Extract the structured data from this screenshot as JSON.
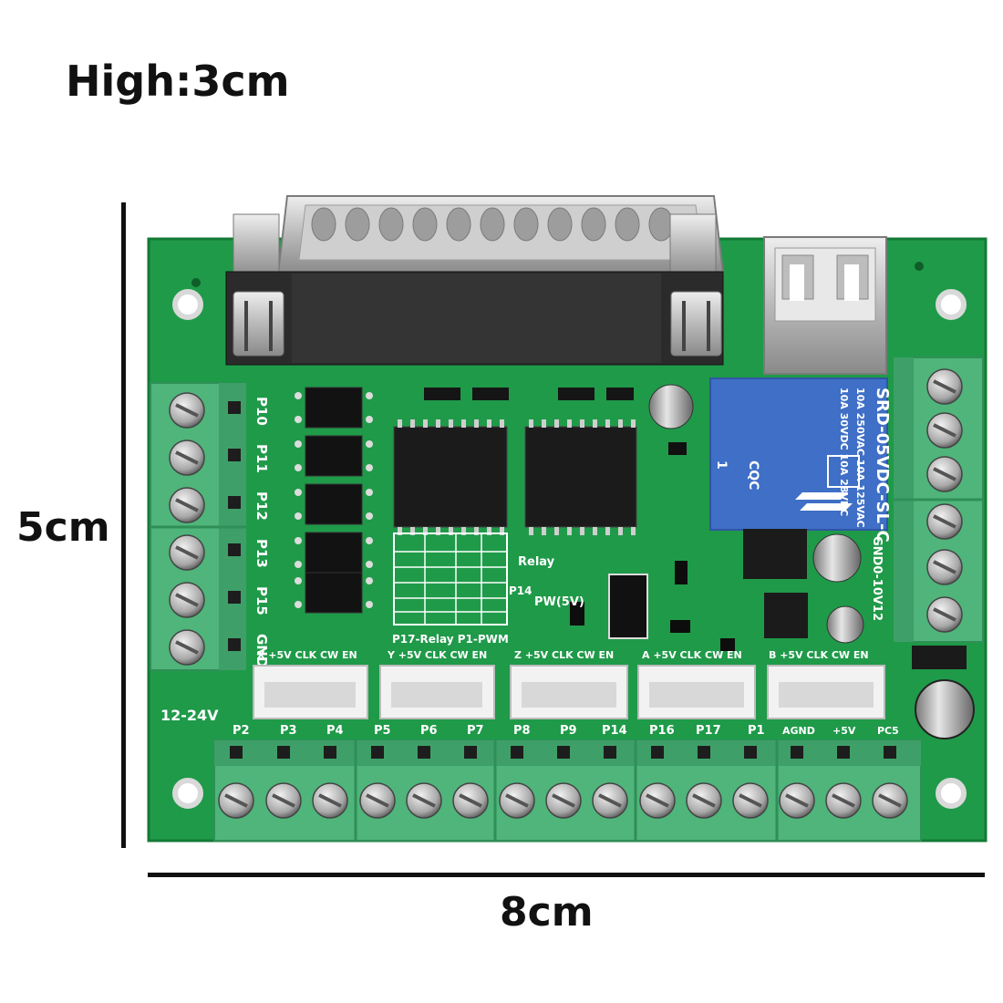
{
  "dimensions": {
    "height_label": "High:3cm",
    "length_label": "5cm",
    "width_label": "8cm"
  },
  "board": {
    "left_terminal_labels": [
      "P10",
      "P11",
      "P12",
      "P13",
      "P15",
      "GND"
    ],
    "right_terminal_label": "GND0-10V12",
    "power_label": "12-24V",
    "relay_text": [
      "SRD-05VDC-SL-C",
      "10A 250VAC 10A 125VAC",
      "10A 30VDC 10A 28VDC"
    ],
    "relay_marks": [
      "CQC",
      "1"
    ],
    "relay_label": "Relay",
    "pwm_label": "PW(5V)",
    "p14_label": "P14",
    "p17_label": "P17-Relay P1-PWM",
    "axis_headers": [
      "X +5V CLK CW EN",
      "Y +5V CLK CW EN",
      "Z +5V CLK CW EN",
      "A +5V CLK CW EN",
      "B +5V CLK CW EN"
    ],
    "bottom_labels": [
      "P2",
      "P3",
      "P4",
      "P5",
      "P6",
      "P7",
      "P8",
      "P9",
      "P14",
      "P16",
      "P17",
      "P1",
      "AGND",
      "+5V",
      "PC5"
    ],
    "colors": {
      "pcb": "#1f9a49",
      "terminal": "#4fb57a",
      "relay": "#3f6fc6"
    }
  }
}
